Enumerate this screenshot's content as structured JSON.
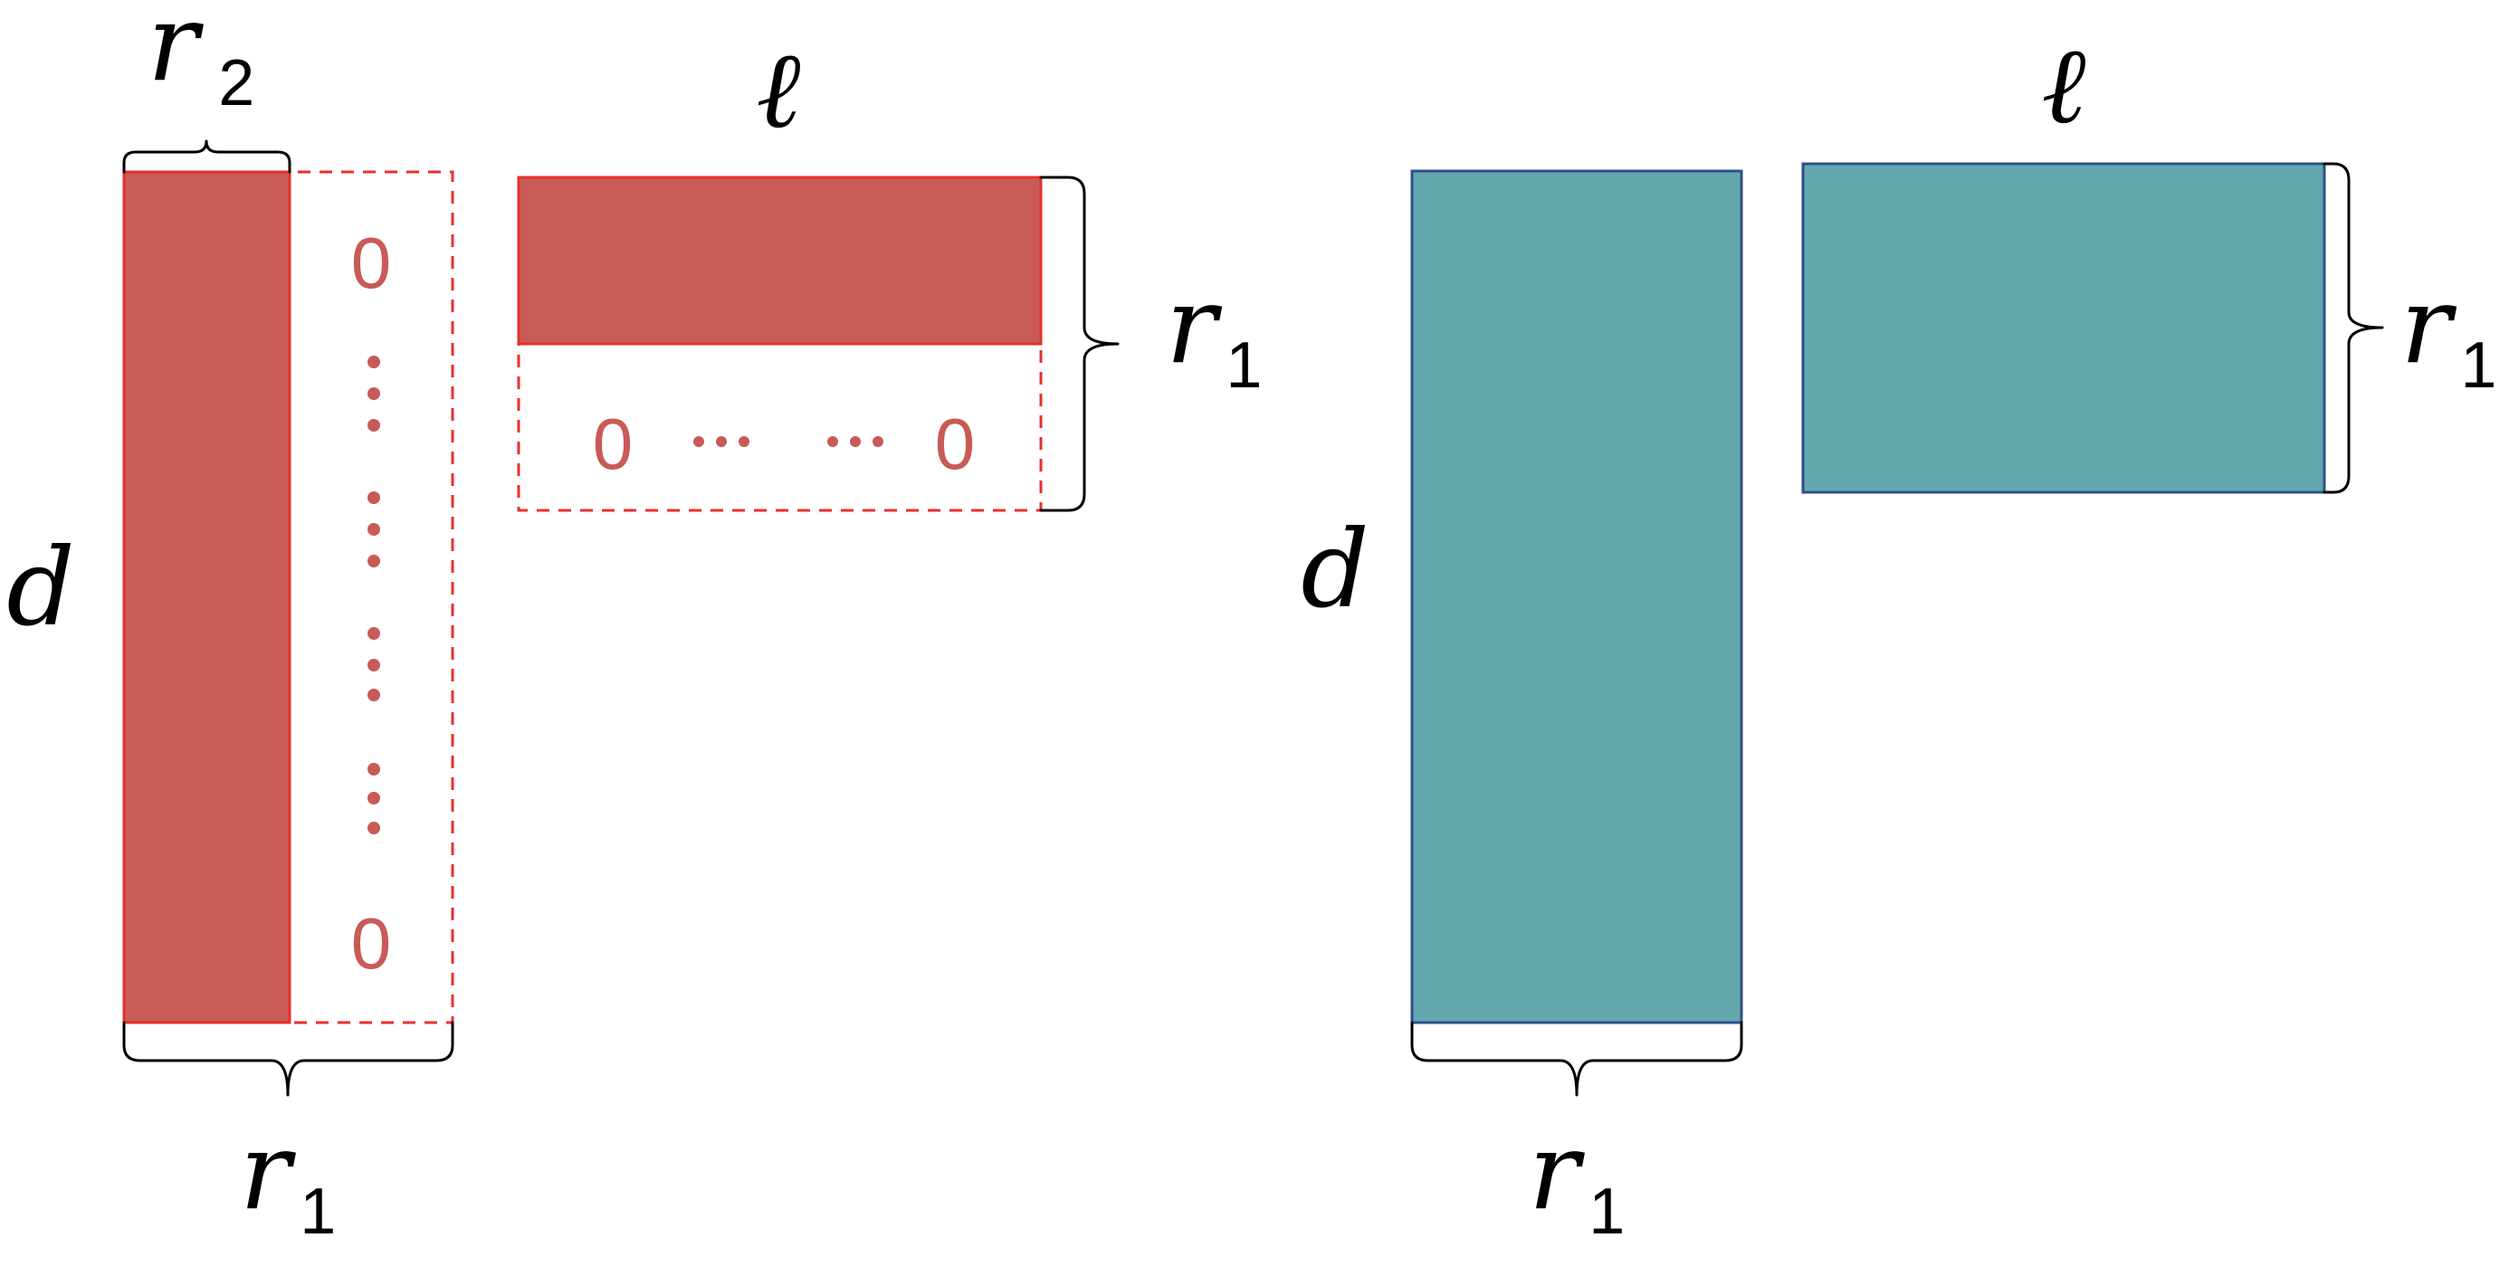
{
  "colors": {
    "red_fill": "#c85a57",
    "red_stroke": "#e8302b",
    "teal_fill": "#63a8ad",
    "teal_stroke": "#2e4f8c",
    "zero_text": "#c85a57"
  },
  "left": {
    "tall_height_label": "d",
    "tall_top_width_label": "r",
    "tall_top_width_sub": "2",
    "tall_bottom_width_label": "r",
    "tall_bottom_width_sub": "1",
    "column_zero_top": "0",
    "column_zero_bottom": "0",
    "wide_width_label": "ℓ",
    "wide_height_label": "r",
    "wide_height_sub": "1",
    "row_zero_left": "0",
    "row_zero_right": "0"
  },
  "right": {
    "tall_height_label": "d",
    "tall_width_label": "r",
    "tall_width_sub": "1",
    "wide_width_label": "ℓ",
    "wide_height_label": "r",
    "wide_height_sub": "1"
  }
}
